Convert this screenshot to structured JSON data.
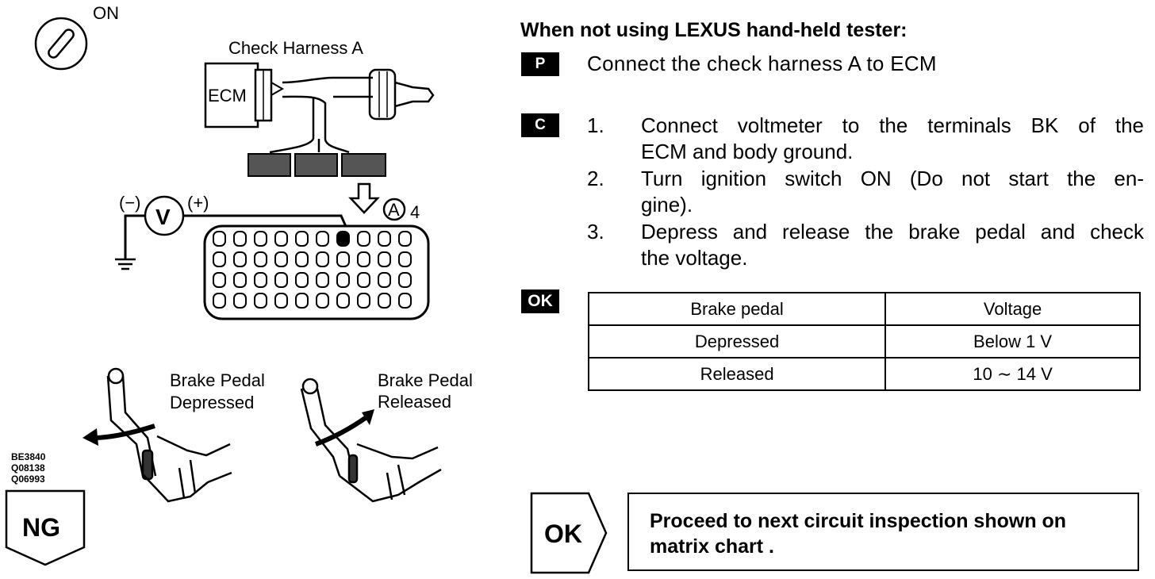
{
  "illustration": {
    "ignition_label": "ON",
    "harness_label": "Check Harness A",
    "ecm_label": "ECM",
    "minus_label": "(−)",
    "plus_label": "(+)",
    "voltmeter_label": "V",
    "connector_letter": "A",
    "connector_number": "4",
    "pedal_depressed_label_1": "Brake Pedal",
    "pedal_depressed_label_2": "Depressed",
    "pedal_released_label_1": "Brake Pedal",
    "pedal_released_label_2": "Released",
    "figure_codes": [
      "BE3840",
      "Q08138",
      "Q06993"
    ]
  },
  "ng_badge": "NG",
  "heading": "When not using LEXUS hand-held tester:",
  "prep": {
    "tag": "P",
    "text": "Connect the check harness A to ECM"
  },
  "check": {
    "tag": "C",
    "steps": [
      {
        "num": "1.",
        "line1": "Connect voltmeter to the terminals BK of the",
        "line2": "ECM and body ground."
      },
      {
        "num": "2.",
        "line1": "Turn ignition switch ON (Do not start the en-",
        "line2": "gine)."
      },
      {
        "num": "3.",
        "line1": "Depress and release the brake pedal and check",
        "line2": "the voltage."
      }
    ]
  },
  "ok_section": {
    "tag": "OK",
    "table": {
      "headers": [
        "Brake pedal",
        "Voltage"
      ],
      "rows": [
        [
          "Depressed",
          "Below 1 V"
        ],
        [
          "Released",
          "10 ∼ 14 V"
        ]
      ]
    }
  },
  "result": {
    "arrow_label": "OK",
    "text_line1": "Proceed to next circuit inspection shown on",
    "text_line2": "matrix chart ."
  }
}
